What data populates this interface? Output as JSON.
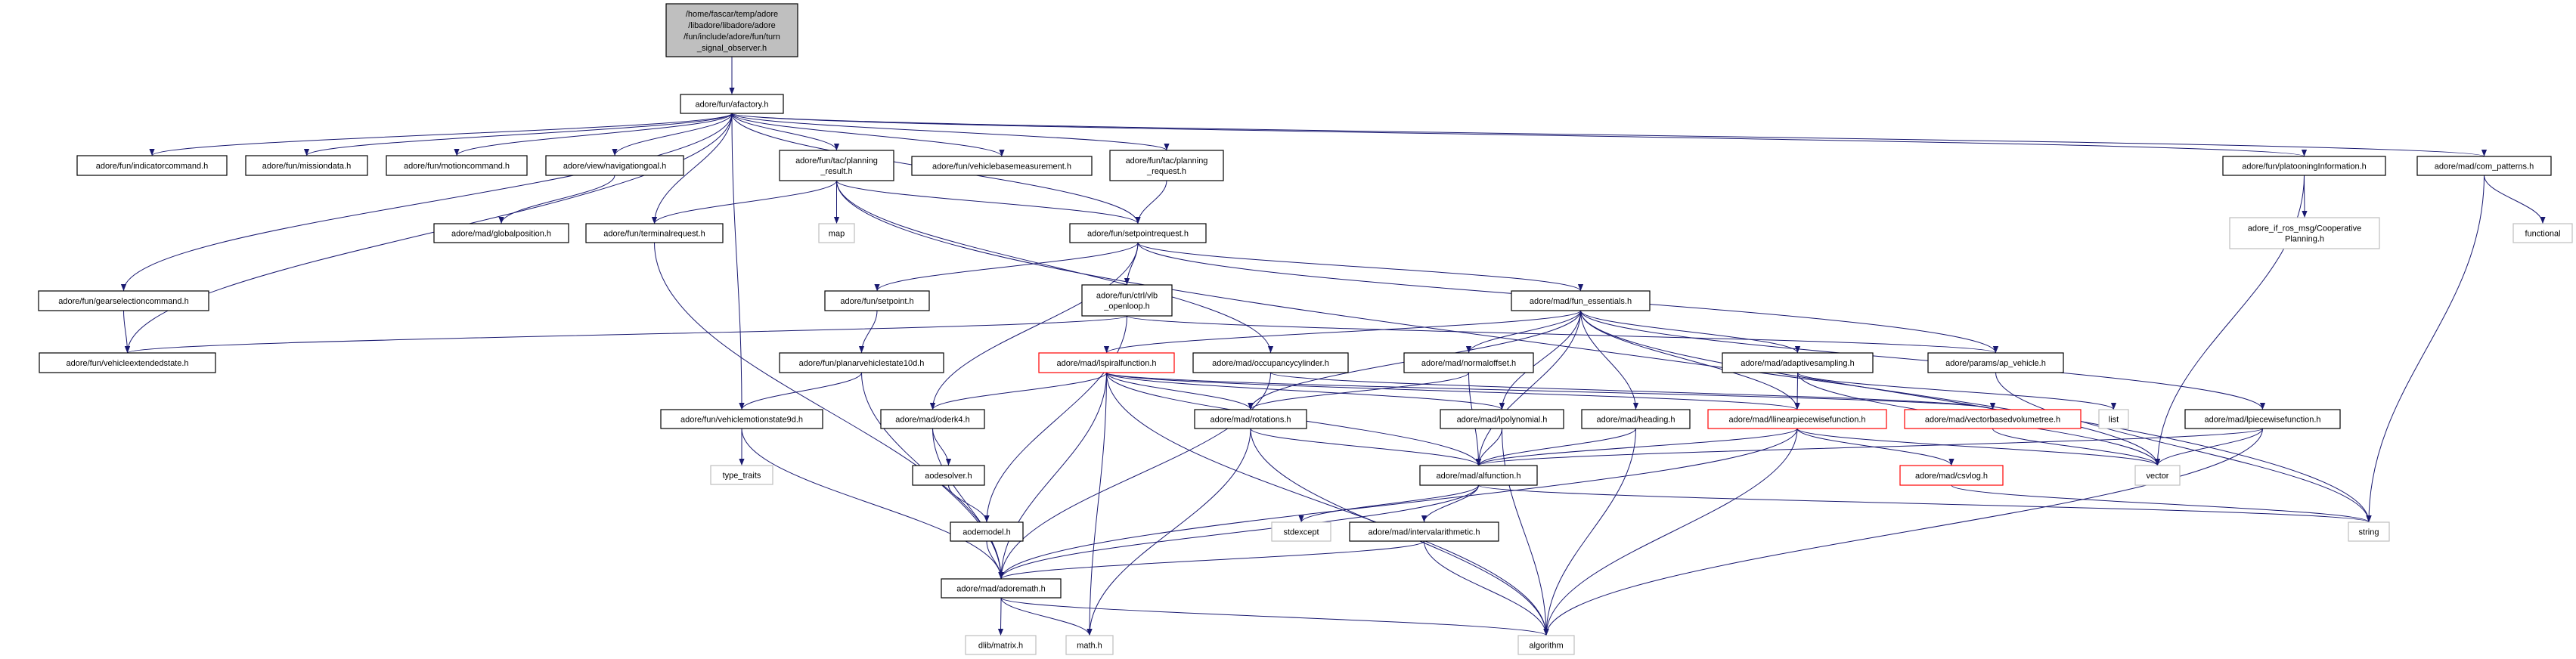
{
  "colors": {
    "edge": "#191970",
    "node_border": "#000000",
    "missing_border": "#ff0000",
    "system_border": "#bfbfbf",
    "root_fill": "#bfbfbf"
  },
  "nodes": [
    {
      "id": "root",
      "style": "root",
      "lines": [
        "/home/fascar/temp/adore",
        "/libadore/libadore/adore",
        "/fun/include/adore/fun/turn",
        "_signal_observer.h"
      ]
    },
    {
      "id": "afactory",
      "style": "normal",
      "lines": [
        "adore/fun/afactory.h"
      ]
    },
    {
      "id": "indicatorcommand",
      "style": "normal",
      "lines": [
        "adore/fun/indicatorcommand.h"
      ]
    },
    {
      "id": "missiondata",
      "style": "normal",
      "lines": [
        "adore/fun/missiondata.h"
      ]
    },
    {
      "id": "motioncommand",
      "style": "normal",
      "lines": [
        "adore/fun/motioncommand.h"
      ]
    },
    {
      "id": "navigationgoal",
      "style": "normal",
      "lines": [
        "adore/view/navigationgoal.h"
      ]
    },
    {
      "id": "planning_result",
      "style": "normal",
      "lines": [
        "adore/fun/tac/planning",
        "_result.h"
      ]
    },
    {
      "id": "vehiclebasemeasurement",
      "style": "normal",
      "lines": [
        "adore/fun/vehiclebasemeasurement.h"
      ]
    },
    {
      "id": "planning_request",
      "style": "normal",
      "lines": [
        "adore/fun/tac/planning",
        "_request.h"
      ]
    },
    {
      "id": "platooninginformation",
      "style": "normal",
      "lines": [
        "adore/fun/platooningInformation.h"
      ]
    },
    {
      "id": "com_patterns",
      "style": "normal",
      "lines": [
        "adore/mad/com_patterns.h"
      ]
    },
    {
      "id": "globalposition",
      "style": "normal",
      "lines": [
        "adore/mad/globalposition.h"
      ]
    },
    {
      "id": "terminalrequest",
      "style": "normal",
      "lines": [
        "adore/fun/terminalrequest.h"
      ]
    },
    {
      "id": "map",
      "style": "system",
      "lines": [
        "map"
      ]
    },
    {
      "id": "setpointrequest",
      "style": "normal",
      "lines": [
        "adore/fun/setpointrequest.h"
      ]
    },
    {
      "id": "cooperativeplanning",
      "style": "system",
      "lines": [
        "adore_if_ros_msg/Cooperative",
        "Planning.h"
      ]
    },
    {
      "id": "functional",
      "style": "system",
      "lines": [
        "functional"
      ]
    },
    {
      "id": "gearselectioncommand",
      "style": "normal",
      "lines": [
        "adore/fun/gearselectioncommand.h"
      ]
    },
    {
      "id": "setpoint",
      "style": "normal",
      "lines": [
        "adore/fun/setpoint.h"
      ]
    },
    {
      "id": "vlb_openloop",
      "style": "normal",
      "lines": [
        "adore/fun/ctrl/vlb",
        "_openloop.h"
      ]
    },
    {
      "id": "fun_essentials",
      "style": "normal",
      "lines": [
        "adore/mad/fun_essentials.h"
      ]
    },
    {
      "id": "vehicleextendedstate",
      "style": "normal",
      "lines": [
        "adore/fun/vehicleextendedstate.h"
      ]
    },
    {
      "id": "planarvehiclestate10d",
      "style": "normal",
      "lines": [
        "adore/fun/planarvehiclestate10d.h"
      ]
    },
    {
      "id": "lspiralfunction",
      "style": "missing",
      "lines": [
        "adore/mad/lspiralfunction.h"
      ]
    },
    {
      "id": "occupancycylinder",
      "style": "normal",
      "lines": [
        "adore/mad/occupancycylinder.h"
      ]
    },
    {
      "id": "normaloffset",
      "style": "normal",
      "lines": [
        "adore/mad/normaloffset.h"
      ]
    },
    {
      "id": "adaptivesampling",
      "style": "normal",
      "lines": [
        "adore/mad/adaptivesampling.h"
      ]
    },
    {
      "id": "ap_vehicle",
      "style": "normal",
      "lines": [
        "adore/params/ap_vehicle.h"
      ]
    },
    {
      "id": "vehiclemotionstate9d",
      "style": "normal",
      "lines": [
        "adore/fun/vehiclemotionstate9d.h"
      ]
    },
    {
      "id": "oderk4",
      "style": "normal",
      "lines": [
        "adore/mad/oderk4.h"
      ]
    },
    {
      "id": "rotations",
      "style": "normal",
      "lines": [
        "adore/mad/rotations.h"
      ]
    },
    {
      "id": "lpolynomial",
      "style": "normal",
      "lines": [
        "adore/mad/lpolynomial.h"
      ]
    },
    {
      "id": "heading",
      "style": "normal",
      "lines": [
        "adore/mad/heading.h"
      ]
    },
    {
      "id": "linearpiecewisefunction",
      "style": "missing",
      "lines": [
        "adore/mad/llinearpiecewisefunction.h"
      ]
    },
    {
      "id": "vectorbasedvolumetree",
      "style": "missing",
      "lines": [
        "adore/mad/vectorbasedvolumetree.h"
      ]
    },
    {
      "id": "list",
      "style": "system",
      "lines": [
        "list"
      ]
    },
    {
      "id": "lpiecewisefunction",
      "style": "normal",
      "lines": [
        "adore/mad/lpiecewisefunction.h"
      ]
    },
    {
      "id": "type_traits",
      "style": "system",
      "lines": [
        "type_traits"
      ]
    },
    {
      "id": "aodesolver",
      "style": "normal",
      "lines": [
        "aodesolver.h"
      ]
    },
    {
      "id": "alfunction",
      "style": "normal",
      "lines": [
        "adore/mad/alfunction.h"
      ]
    },
    {
      "id": "csvlog",
      "style": "missing",
      "lines": [
        "adore/mad/csvlog.h"
      ]
    },
    {
      "id": "vector",
      "style": "system",
      "lines": [
        "vector"
      ]
    },
    {
      "id": "aodemodel",
      "style": "normal",
      "lines": [
        "aodemodel.h"
      ]
    },
    {
      "id": "stdexcept",
      "style": "system",
      "lines": [
        "stdexcept"
      ]
    },
    {
      "id": "intervalarithmetic",
      "style": "normal",
      "lines": [
        "adore/mad/intervalarithmetic.h"
      ]
    },
    {
      "id": "string",
      "style": "system",
      "lines": [
        "string"
      ]
    },
    {
      "id": "adoremath",
      "style": "normal",
      "lines": [
        "adore/mad/adoremath.h"
      ]
    },
    {
      "id": "dlib_matrix",
      "style": "system",
      "lines": [
        "dlib/matrix.h"
      ]
    },
    {
      "id": "math_h",
      "style": "system",
      "lines": [
        "math.h"
      ]
    },
    {
      "id": "algorithm",
      "style": "system",
      "lines": [
        "algorithm"
      ]
    }
  ],
  "edges": [
    [
      "root",
      "afactory"
    ],
    [
      "afactory",
      "indicatorcommand"
    ],
    [
      "afactory",
      "missiondata"
    ],
    [
      "afactory",
      "motioncommand"
    ],
    [
      "afactory",
      "navigationgoal"
    ],
    [
      "afactory",
      "planning_result"
    ],
    [
      "afactory",
      "vehiclebasemeasurement"
    ],
    [
      "afactory",
      "planning_request"
    ],
    [
      "afactory",
      "setpointrequest"
    ],
    [
      "afactory",
      "terminalrequest"
    ],
    [
      "afactory",
      "vehiclemotionstate9d"
    ],
    [
      "afactory",
      "gearselectioncommand"
    ],
    [
      "afactory",
      "vehicleextendedstate"
    ],
    [
      "afactory",
      "platooninginformation"
    ],
    [
      "afactory",
      "com_patterns"
    ],
    [
      "navigationgoal",
      "globalposition"
    ],
    [
      "planning_result",
      "terminalrequest"
    ],
    [
      "planning_result",
      "map"
    ],
    [
      "planning_result",
      "setpointrequest"
    ],
    [
      "planning_result",
      "occupancycylinder"
    ],
    [
      "planning_result",
      "string"
    ],
    [
      "planning_request",
      "setpointrequest"
    ],
    [
      "terminalrequest",
      "adoremath"
    ],
    [
      "platooninginformation",
      "cooperativeplanning"
    ],
    [
      "platooninginformation",
      "vector"
    ],
    [
      "com_patterns",
      "functional"
    ],
    [
      "com_patterns",
      "string"
    ],
    [
      "setpointrequest",
      "setpoint"
    ],
    [
      "setpointrequest",
      "vlb_openloop"
    ],
    [
      "setpointrequest",
      "fun_essentials"
    ],
    [
      "setpointrequest",
      "ap_vehicle"
    ],
    [
      "setpointrequest",
      "oderk4"
    ],
    [
      "setpoint",
      "planarvehiclestate10d"
    ],
    [
      "vlb_openloop",
      "vehicleextendedstate"
    ],
    [
      "vlb_openloop",
      "ap_vehicle"
    ],
    [
      "vlb_openloop",
      "aodemodel"
    ],
    [
      "gearselectioncommand",
      "vehicleextendedstate"
    ],
    [
      "planarvehiclestate10d",
      "vehiclemotionstate9d"
    ],
    [
      "planarvehiclestate10d",
      "adoremath"
    ],
    [
      "vehiclemotionstate9d",
      "type_traits"
    ],
    [
      "vehiclemotionstate9d",
      "adoremath"
    ],
    [
      "fun_essentials",
      "lspiralfunction"
    ],
    [
      "fun_essentials",
      "rotations"
    ],
    [
      "fun_essentials",
      "normaloffset"
    ],
    [
      "fun_essentials",
      "alfunction"
    ],
    [
      "fun_essentials",
      "lpolynomial"
    ],
    [
      "fun_essentials",
      "heading"
    ],
    [
      "fun_essentials",
      "linearpiecewisefunction"
    ],
    [
      "fun_essentials",
      "adaptivesampling"
    ],
    [
      "fun_essentials",
      "lpiecewisefunction"
    ],
    [
      "fun_essentials",
      "vector"
    ],
    [
      "lspiralfunction",
      "oderk4"
    ],
    [
      "lspiralfunction",
      "adoremath"
    ],
    [
      "lspiralfunction",
      "math_h"
    ],
    [
      "lspiralfunction",
      "algorithm"
    ],
    [
      "lspiralfunction",
      "rotations"
    ],
    [
      "lspiralfunction",
      "alfunction"
    ],
    [
      "lspiralfunction",
      "lpolynomial"
    ],
    [
      "lspiralfunction",
      "linearpiecewisefunction"
    ],
    [
      "lspiralfunction",
      "vectorbasedvolumetree"
    ],
    [
      "occupancycylinder",
      "adoremath"
    ],
    [
      "occupancycylinder",
      "vectorbasedvolumetree"
    ],
    [
      "normaloffset",
      "rotations"
    ],
    [
      "normaloffset",
      "alfunction"
    ],
    [
      "oderk4",
      "aodesolver"
    ],
    [
      "oderk4",
      "adoremath"
    ],
    [
      "aodesolver",
      "aodemodel"
    ],
    [
      "aodemodel",
      "adoremath"
    ],
    [
      "rotations",
      "alfunction"
    ],
    [
      "rotations",
      "math_h"
    ],
    [
      "rotations",
      "algorithm"
    ],
    [
      "lpolynomial",
      "alfunction"
    ],
    [
      "lpolynomial",
      "algorithm"
    ],
    [
      "heading",
      "alfunction"
    ],
    [
      "heading",
      "algorithm"
    ],
    [
      "adaptivesampling",
      "linearpiecewisefunction"
    ],
    [
      "adaptivesampling",
      "list"
    ],
    [
      "adaptivesampling",
      "vector"
    ],
    [
      "ap_vehicle",
      "string"
    ],
    [
      "linearpiecewisefunction",
      "alfunction"
    ],
    [
      "linearpiecewisefunction",
      "adoremath"
    ],
    [
      "linearpiecewisefunction",
      "algorithm"
    ],
    [
      "linearpiecewisefunction",
      "csvlog"
    ],
    [
      "linearpiecewisefunction",
      "vector"
    ],
    [
      "vectorbasedvolumetree",
      "vector"
    ],
    [
      "lpiecewisefunction",
      "alfunction"
    ],
    [
      "lpiecewisefunction",
      "vector"
    ],
    [
      "lpiecewisefunction",
      "algorithm"
    ],
    [
      "csvlog",
      "string"
    ],
    [
      "alfunction",
      "adoremath"
    ],
    [
      "alfunction",
      "stdexcept"
    ],
    [
      "alfunction",
      "intervalarithmetic"
    ],
    [
      "alfunction",
      "string"
    ],
    [
      "intervalarithmetic",
      "adoremath"
    ],
    [
      "intervalarithmetic",
      "algorithm"
    ],
    [
      "adoremath",
      "dlib_matrix"
    ],
    [
      "adoremath",
      "math_h"
    ],
    [
      "adoremath",
      "algorithm"
    ]
  ]
}
